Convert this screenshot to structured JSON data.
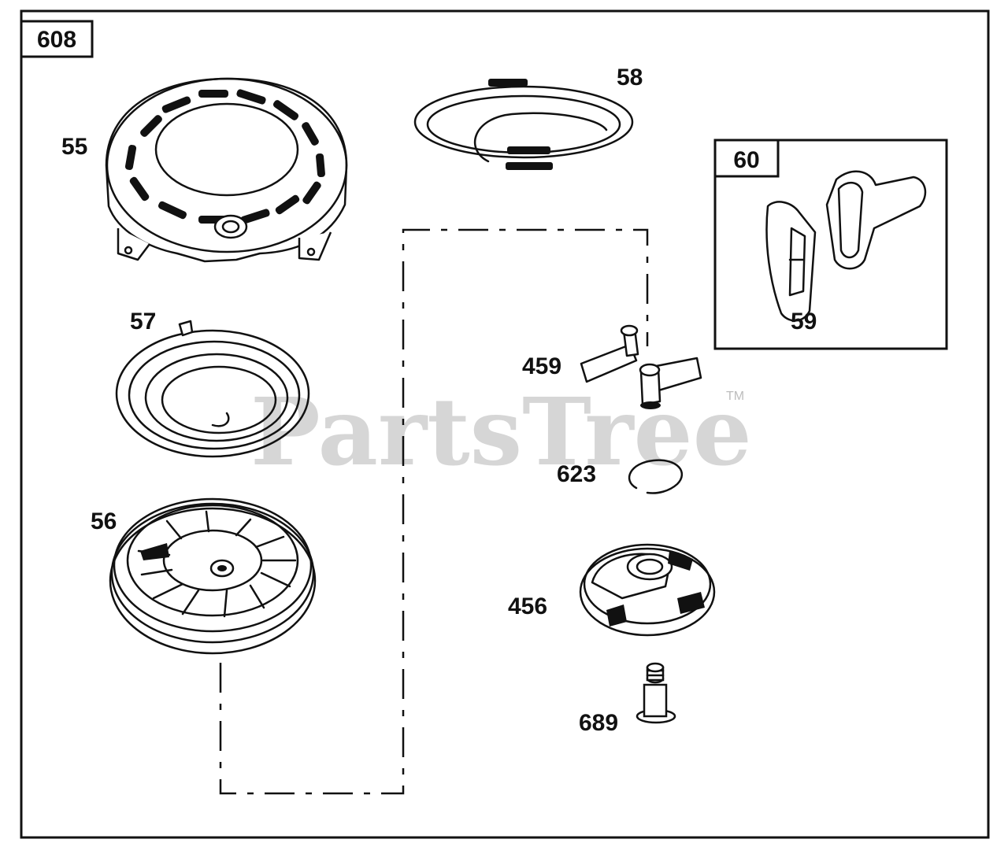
{
  "diagram": {
    "figure_number": "608",
    "kit_box": {
      "number": "60"
    },
    "parts": [
      {
        "id": "55"
      },
      {
        "id": "56"
      },
      {
        "id": "57"
      },
      {
        "id": "58"
      },
      {
        "id": "59"
      },
      {
        "id": "456"
      },
      {
        "id": "459"
      },
      {
        "id": "623"
      },
      {
        "id": "689"
      }
    ],
    "watermark": {
      "text": "PartsTree",
      "trademark": "TM"
    }
  }
}
